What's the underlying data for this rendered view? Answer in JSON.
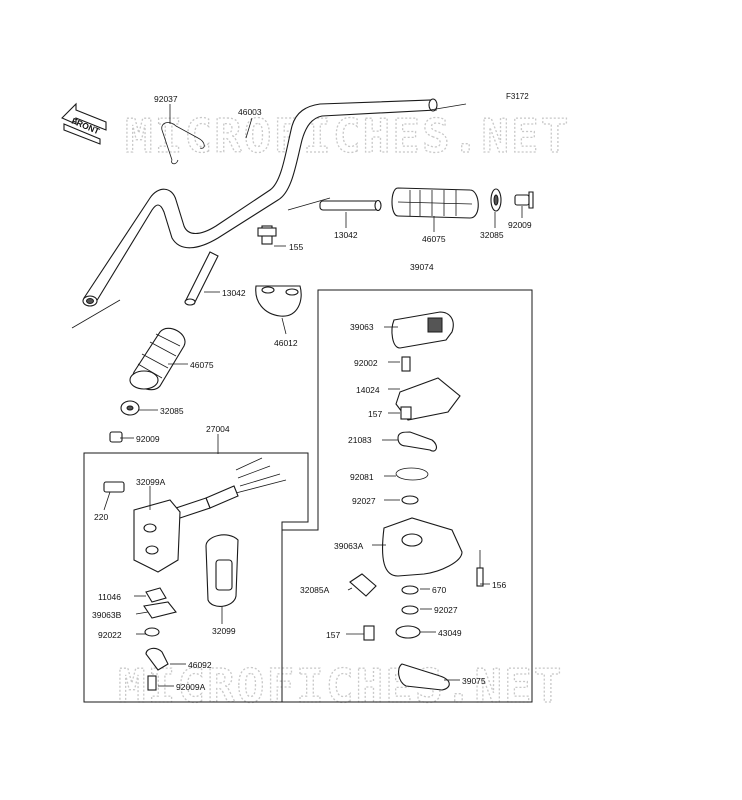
{
  "figure_id": "F3172",
  "watermark": "MICROFICHES.NET",
  "front_arrow": "FRONT",
  "labels": {
    "p92037": "92037",
    "p46003": "46003",
    "p13042a": "13042",
    "p46075a": "46075",
    "p32085a": "32085",
    "p92009a": "92009",
    "p155": "155",
    "p13042b": "13042",
    "p46012": "46012",
    "p46075b": "46075",
    "p32085b": "32085",
    "p92009b": "92009",
    "p39074": "39074",
    "p39063": "39063",
    "p92002": "92002",
    "p14024": "14024",
    "p157a": "157",
    "p21083": "21083",
    "p92081": "92081",
    "p92027a": "92027",
    "p39063A": "39063A",
    "p156": "156",
    "p670": "670",
    "p32085A": "32085A",
    "p92027b": "92027",
    "p157b": "157",
    "p43049": "43049",
    "p39075": "39075",
    "p27004": "27004",
    "p32099A": "32099A",
    "p220": "220",
    "p11046": "11046",
    "p39063B": "39063B",
    "p32099": "32099",
    "p92022": "92022",
    "p46092": "46092",
    "p92009A": "92009A"
  }
}
